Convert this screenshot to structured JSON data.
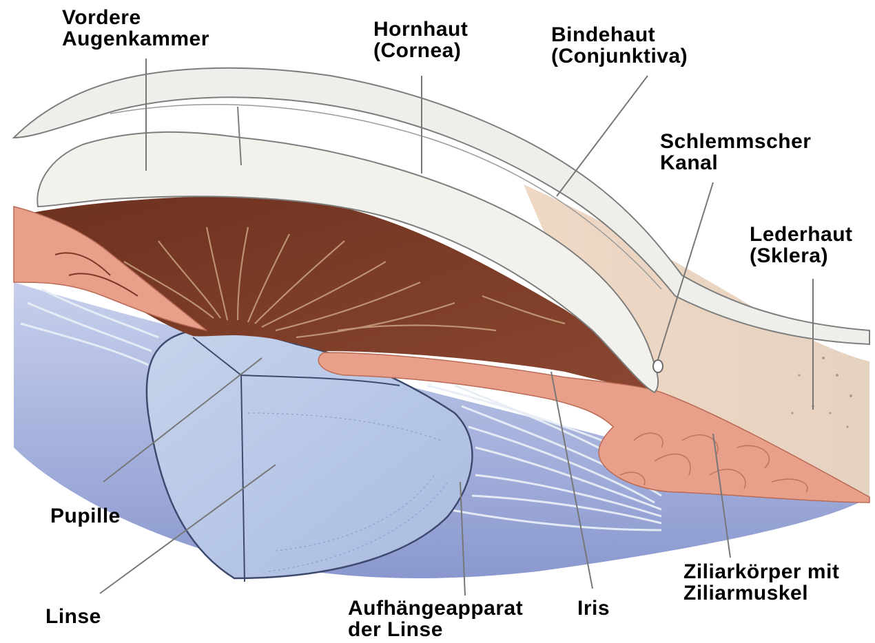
{
  "labels": {
    "vordere_augenkammer": [
      "Vordere",
      "Augenkammer"
    ],
    "hornhaut": [
      "Hornhaut",
      "(Cornea)"
    ],
    "bindehaut": [
      "Bindehaut",
      "(Conjunktiva)"
    ],
    "schlemmscher_kanal": [
      "Schlemmscher",
      "Kanal"
    ],
    "lederhaut": [
      "Lederhaut",
      "(Sklera)"
    ],
    "pupille": "Pupille",
    "linse": "Linse",
    "aufhaengeapparat": [
      "Aufhängeapparat",
      "der Linse"
    ],
    "iris": "Iris",
    "ziliarkoerper": [
      "Ziliarkörper mit",
      "Ziliarmuskel"
    ]
  },
  "colors": {
    "cornea": "#f2f1ec",
    "cornea_outline": "#7d7d7d",
    "iris": "#7a3a26",
    "iris_fiber": "#c9a27e",
    "ciliary": "#e9a08b",
    "ciliary_dark": "#b96a55",
    "sclera": "#ecd9c6",
    "lens": "#bccbe6",
    "lens_outline": "#3d4a6e",
    "vitreous": "#8e9bd0",
    "zonule": "#e8eef6",
    "leader_line": "#777777"
  }
}
